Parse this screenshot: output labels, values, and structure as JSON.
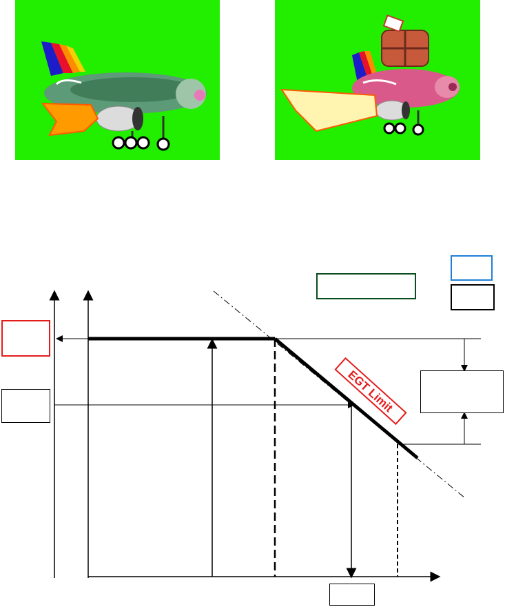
{
  "labels": {
    "egt_limit": "EGT Limit"
  },
  "colors": {
    "panel_green": "#22ee00",
    "limit_red": "#e41b1b",
    "box_blue": "#1f7fd6",
    "box_green": "#0a4d1f",
    "line_black": "#000000"
  },
  "illustrations": [
    {
      "name": "normal-airplane"
    },
    {
      "name": "loaded-airplane-with-cargo"
    }
  ]
}
